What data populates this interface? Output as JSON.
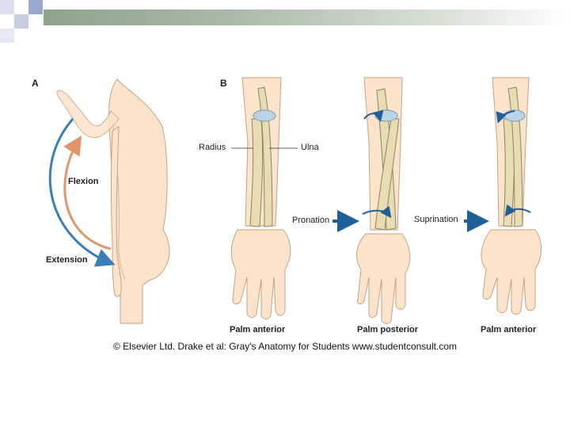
{
  "panel_a": {
    "letter": "A",
    "flexion_label": "Flexion",
    "extension_label": "Extension"
  },
  "panel_b": {
    "letter": "B",
    "radius_label": "Radius",
    "ulna_label": "Ulna",
    "pronation_label": "Pronation",
    "supination_label": "Suprination",
    "view1_label": "Palm anterior",
    "view2_label": "Palm posterior",
    "view3_label": "Palm anterior"
  },
  "caption": "© Elsevier Ltd. Drake et al: Gray's Anatomy for Students www.studentconsult.com",
  "colors": {
    "skin": "#fbe3cc",
    "skin_outline": "#c9a27f",
    "bone": "#e8dcb2",
    "bone_outline": "#8f8460",
    "cartilage": "#bcd4e6",
    "flexion_arrow": "#e0966a",
    "extension_arrow": "#3a7fb6",
    "motion_arrow": "#1f5f9a"
  }
}
